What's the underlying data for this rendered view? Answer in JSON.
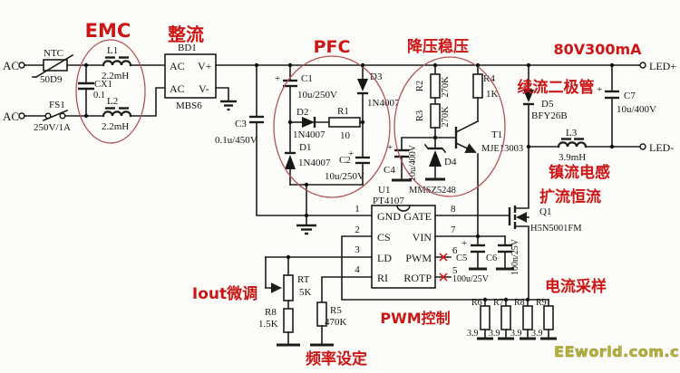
{
  "section_labels": {
    "emc": "EMC",
    "rectifier": "整流",
    "pfc": "PFC",
    "buck": "降压稳压",
    "output_rating": "80V300mA",
    "freewheel_diode": "续流二极管",
    "ballast_inductor": "镇流电感",
    "current_extend": "扩流恒流",
    "current_sample": "电流采样",
    "pwm_control": "PWM控制",
    "iout_trim": "Iout微调",
    "freq_set": "频率设定"
  },
  "terminals": {
    "ac_top": "AC",
    "ac_bottom": "AC",
    "led_pos": "LED+",
    "led_neg": "LED-"
  },
  "components": {
    "ntc": {
      "ref": "NTC",
      "value": "50D9"
    },
    "fs1": {
      "ref": "FS1",
      "value": "250V/1A"
    },
    "cx1": {
      "ref": "CX1",
      "value": "0.1"
    },
    "l1": {
      "ref": "L1",
      "value": "2.2mH"
    },
    "l2": {
      "ref": "L2",
      "value": "2.2mH"
    },
    "bd1": {
      "ref": "BD1",
      "value": "MBS6",
      "pin_ac1": "AC",
      "pin_ac2": "AC",
      "pin_vp": "V+",
      "pin_vm": "V-"
    },
    "c3": {
      "ref": "C3",
      "value": "0.1u/450V"
    },
    "c1": {
      "ref": "C1",
      "value": "10u/250V"
    },
    "d2": {
      "ref": "D2",
      "value": "1N4007"
    },
    "r1": {
      "ref": "R1",
      "value": "10"
    },
    "d3": {
      "ref": "D3",
      "value": "1N4007"
    },
    "d1": {
      "ref": "D1",
      "value": "1N4007"
    },
    "c2": {
      "ref": "C2",
      "value": "10u/250V"
    },
    "r2": {
      "ref": "R2",
      "value": "270K"
    },
    "r3": {
      "ref": "R3",
      "value": "270K"
    },
    "r4": {
      "ref": "R4",
      "value": "1K"
    },
    "t1": {
      "ref": "T1",
      "value": "MJE13003"
    },
    "c4": {
      "ref": "C4",
      "value": "10u/400V"
    },
    "d4": {
      "ref": "D4",
      "value": "MMSZ5248"
    },
    "u1": {
      "ref": "U1",
      "value": "PT4107",
      "pins": [
        {
          "num": "1",
          "name": "GND"
        },
        {
          "num": "2",
          "name": "CS"
        },
        {
          "num": "3",
          "name": "LD"
        },
        {
          "num": "4",
          "name": "RI"
        },
        {
          "num": "5",
          "name": "ROTP"
        },
        {
          "num": "6",
          "name": "PWM"
        },
        {
          "num": "7",
          "name": "VIN"
        },
        {
          "num": "8",
          "name": "GATE"
        }
      ]
    },
    "rt": {
      "ref": "RT",
      "value": "5K"
    },
    "r8a": {
      "ref": "R8",
      "value": "1.5K"
    },
    "r5": {
      "ref": "R5",
      "value": "470K"
    },
    "c5": {
      "ref": "C5",
      "value": "100u/25V"
    },
    "c6": {
      "ref": "C6",
      "value": "100n/25V"
    },
    "q1": {
      "ref": "Q1",
      "value": "H5N5001FM"
    },
    "d5": {
      "ref": "D5",
      "value": "BFY26B"
    },
    "l3": {
      "ref": "L3",
      "value": "3.9mH"
    },
    "c7": {
      "ref": "C7",
      "value": "10u/400V"
    },
    "r6": {
      "ref": "R6",
      "value": "3.9"
    },
    "r7": {
      "ref": "R7",
      "value": "3.9"
    },
    "r8b": {
      "ref": "R8",
      "value": "3.9"
    },
    "r9": {
      "ref": "R9",
      "value": "3.9"
    }
  },
  "symbols": {
    "plus": "+"
  },
  "watermark": "EEworld.com.cn",
  "colors": {
    "wire": "#1c1c1c",
    "red_label": "#cc1616",
    "ellipse": "#b15353",
    "watermark": "#b8b23c"
  }
}
